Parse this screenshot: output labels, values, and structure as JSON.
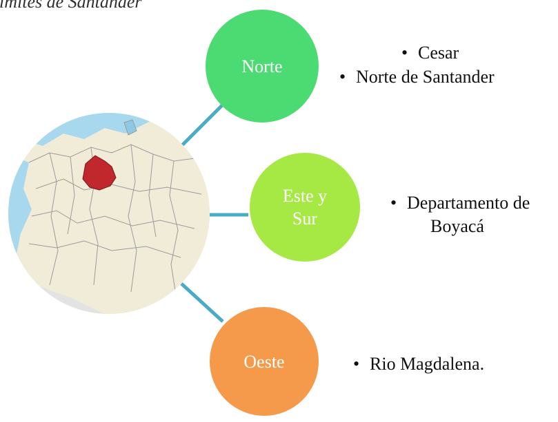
{
  "title": "ímites de Santander",
  "map": {
    "highlight_color": "#c0282d",
    "land_color": "#f1ecd8",
    "sea_color": "#a8d8ee",
    "border_color": "#9a9a9a",
    "neighbor_color": "#e3e3e3"
  },
  "connector_color": "#4aabc4",
  "nodes": {
    "norte": {
      "label": "Norte",
      "color": "#4cdb72"
    },
    "este_sur": {
      "line1": "Este y",
      "line2": "Sur",
      "color": "#a6e844"
    },
    "oeste": {
      "label": "Oeste",
      "color": "#f59a4a"
    }
  },
  "bullets": {
    "symbol": "•",
    "norte": [
      "Cesar",
      "Norte de Santander"
    ],
    "este_sur": {
      "line1": "Departamento de",
      "line2": "Boyacá"
    },
    "oeste": [
      "Rio Magdalena."
    ]
  }
}
